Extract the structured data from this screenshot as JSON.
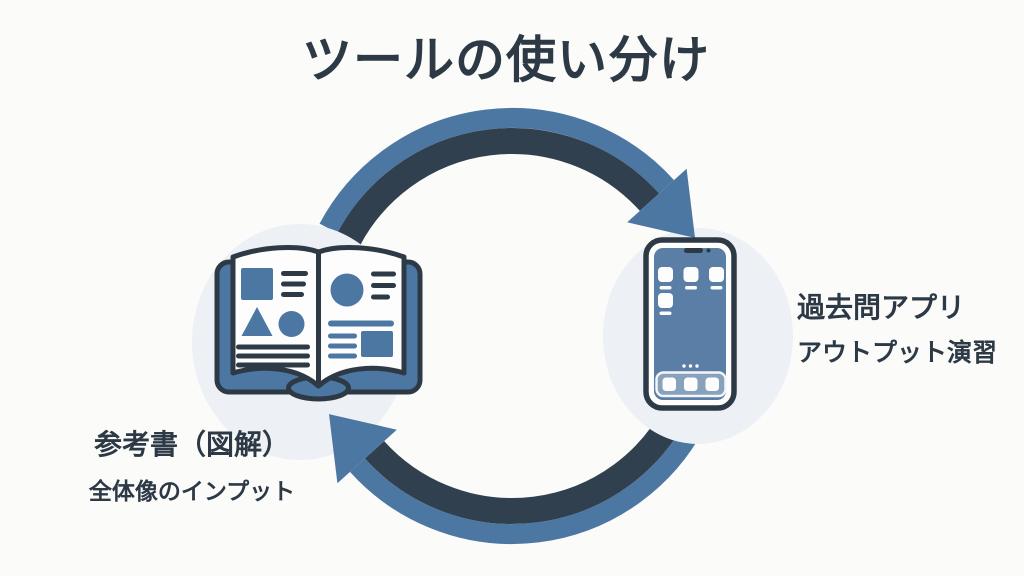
{
  "title": "ツールの使い分け",
  "diagram": {
    "type": "cycle",
    "direction": "clockwise",
    "nodes": [
      {
        "id": "reference-book",
        "icon": "open-book-icon",
        "label": "参考書（図解）",
        "sublabel": "全体像のインプット"
      },
      {
        "id": "past-exam-app",
        "icon": "smartphone-icon",
        "label": "過去問アプリ",
        "sublabel": "アウトプット演習"
      }
    ]
  },
  "colors": {
    "background": "#fbfbfa",
    "text_dark": "#2d3a46",
    "line_dark": "#2d3a46",
    "shape_blue": "#4d77a3",
    "arc_blue": "#4d77a3",
    "arc_dark": "#31404f",
    "screen_blue": "#5b7ea6",
    "node_bg": "#edf0f5",
    "page_white": "#fdfdfd"
  }
}
